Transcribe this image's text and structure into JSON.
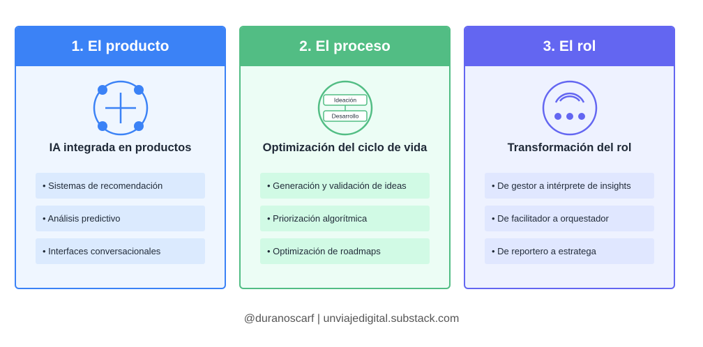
{
  "colors": {
    "card1_accent": "#3b82f6",
    "card1_bg": "#eff6ff",
    "card1_item_bg": "#dbeafe",
    "card2_accent": "#52bd84",
    "card2_bg": "#ecfdf5",
    "card2_item_bg": "#d1fae5",
    "card3_accent": "#6366f1",
    "card3_bg": "#eef2ff",
    "card3_item_bg": "#e0e7ff"
  },
  "cards": [
    {
      "title": "1. El producto",
      "icon": "network-nodes-icon",
      "subtitle": "IA integrada en productos",
      "items": [
        "• Sistemas de recomendación",
        "• Análisis predictivo",
        "• Interfaces conversacionales"
      ]
    },
    {
      "title": "2. El proceso",
      "icon": "process-flow-icon",
      "icon_labels": [
        "Ideación",
        "Desarrollo"
      ],
      "subtitle": "Optimización del ciclo de vida",
      "items": [
        "• Generación y validación de ideas",
        "• Priorización algorítmica",
        "• Optimización de roadmaps"
      ]
    },
    {
      "title": "3. El rol",
      "icon": "eye-dots-icon",
      "subtitle": "Transformación del rol",
      "items": [
        "• De gestor a intérprete de insights",
        "• De facilitador a orquestador",
        "• De reportero a estratega"
      ]
    }
  ],
  "footer": "@duranoscarf | unviajedigital.substack.com"
}
